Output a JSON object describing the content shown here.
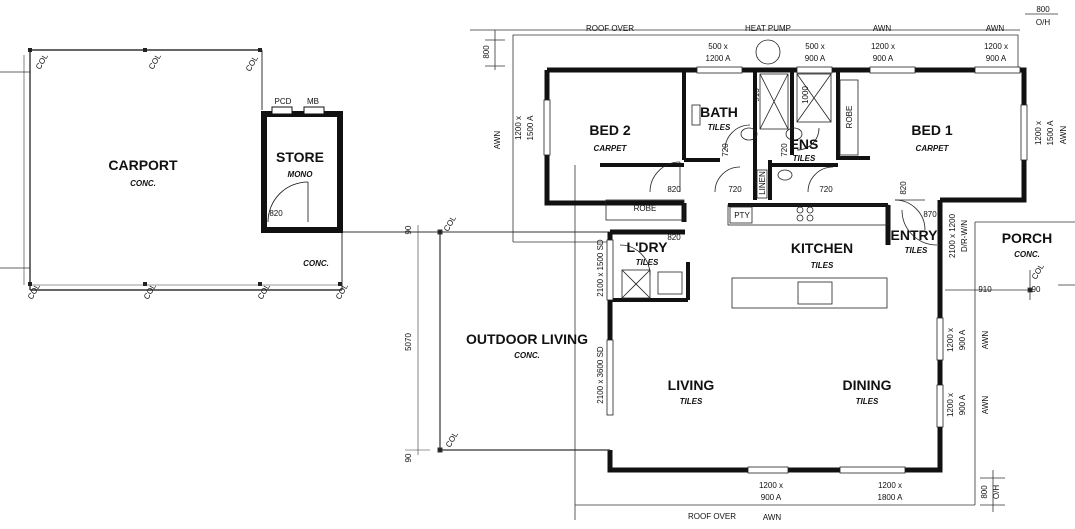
{
  "rooms": {
    "carport": {
      "name": "CARPORT",
      "finish": "CONC."
    },
    "carport_slab": {
      "finish": "CONC."
    },
    "store": {
      "name": "STORE",
      "finish": "MONO"
    },
    "bed2": {
      "name": "BED 2",
      "finish": "CARPET"
    },
    "bath": {
      "name": "BATH",
      "finish": "TILES"
    },
    "ens": {
      "name": "ENS",
      "finish": "TILES"
    },
    "bed1": {
      "name": "BED 1",
      "finish": "CARPET"
    },
    "kitchen": {
      "name": "KITCHEN",
      "finish": "TILES"
    },
    "laundry": {
      "name": "L'DRY",
      "finish": "TILES"
    },
    "entry": {
      "name": "ENTRY",
      "finish": "TILES"
    },
    "porch": {
      "name": "PORCH",
      "finish": "CONC."
    },
    "outdoor": {
      "name": "OUTDOOR LIVING",
      "finish": "CONC."
    },
    "living": {
      "name": "LIVING",
      "finish": "TILES"
    },
    "dining": {
      "name": "DINING",
      "finish": "TILES"
    }
  },
  "fixtures": {
    "robe": "ROBE",
    "robe_ens": "ROBE",
    "linen": "LINEN",
    "pantry": "PTY",
    "pcd": "PCD",
    "mb": "MB",
    "heat_pump": "HEAT PUMP",
    "col": "COL"
  },
  "top_labels": {
    "roof_over": "ROOF OVER",
    "awn_1": "AWN",
    "awn_2": "AWN",
    "overhang_top": "800",
    "overhang_top_oh": "O/H",
    "eave_left": "800"
  },
  "bottom_labels": {
    "roof_over": "ROOF OVER",
    "awn": "AWN",
    "overhang": "800",
    "overhang_oh": "O/H"
  },
  "windows": {
    "w_top1": [
      "500 x",
      "1200 A"
    ],
    "w_top2": [
      "500 x",
      "900 A"
    ],
    "w_top3": [
      "1200 x",
      "900 A"
    ],
    "w_top4": [
      "1200 x",
      "900 A"
    ],
    "w_left_bed2": [
      "1200 x",
      "1500 A"
    ],
    "w_right_bed1": [
      "1200 x",
      "1500 A"
    ],
    "w_right_1": [
      "1200 x",
      "900 A"
    ],
    "w_right_2": [
      "1200 x",
      "900 A"
    ],
    "w_bot1": [
      "1200 x",
      "900 A"
    ],
    "w_bot2": [
      "1200 x",
      "1800 A"
    ],
    "w_entry": [
      "2100 x 1200",
      "D/R-W/N"
    ],
    "sd_ldry": "2100 x 1500 SD",
    "sd_living": "2100 x 3600 SD",
    "w_ldry": "2100 x 1500 SD"
  },
  "doors": {
    "d_store": "820",
    "d_bed2": "820",
    "d_bath": "720",
    "d_ens": "720",
    "d_bed1": "820",
    "d_linen": "720",
    "d_ens2": "720",
    "d_ldry": "820",
    "d_entry": "870"
  },
  "dimensions": {
    "bath_913": "913",
    "ens_1000": "1000",
    "outdoor_5070": "5070",
    "outdoor_90a": "90",
    "outdoor_90b": "90",
    "porch_910": "910",
    "porch_90": "90",
    "awn_left": "AWN",
    "awn_right_bed1": "AWN",
    "awn_right_1": "AWN",
    "awn_right_2": "AWN",
    "awn_bottom": "AWN"
  }
}
